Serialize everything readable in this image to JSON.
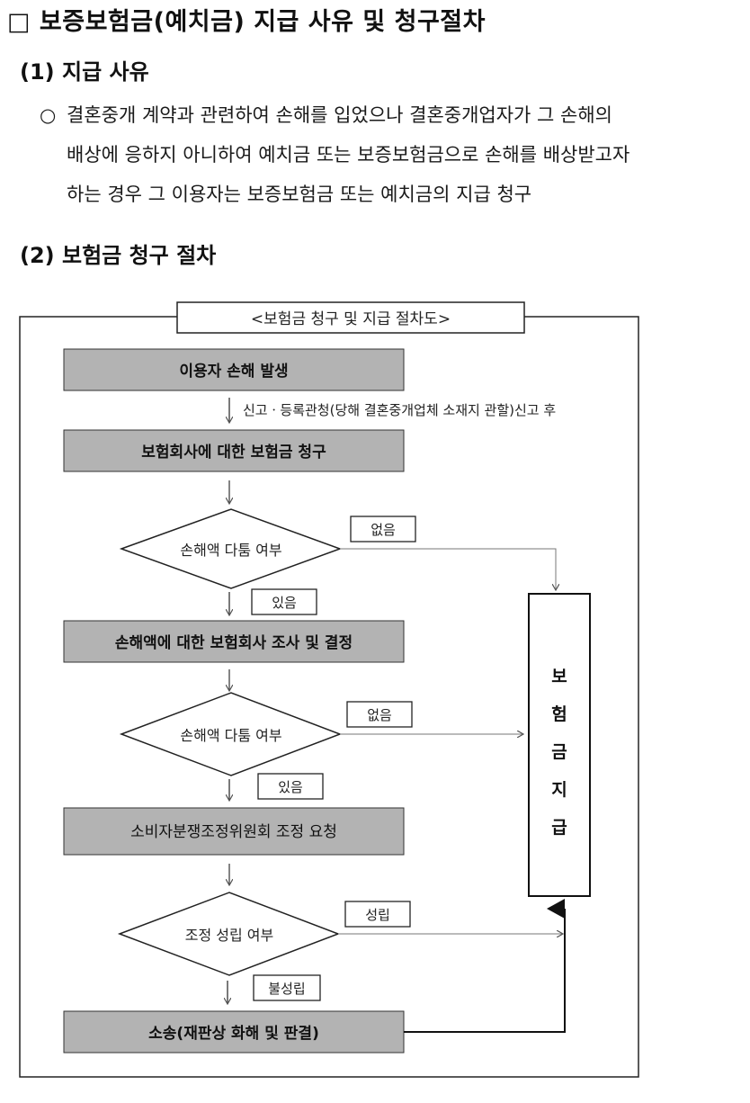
{
  "heading": "□ 보증보험금(예치금) 지급 사유 및 청구절차",
  "section1": {
    "title": "(1) 지급 사유",
    "bullet": "○",
    "lines": [
      "결혼중개 계약과 관련하여 손해를 입었으나 결혼중개업자가 그 손해의",
      "배상에 응하지 아니하여 예치금 또는 보증보험금으로 손해를 배상받고자",
      "하는 경우 그 이용자는 보증보험금 또는 예치금의 지급 청구"
    ]
  },
  "section2": {
    "title": "(2) 보험금 청구 절차"
  },
  "flow": {
    "caption": "<보험금 청구 및 지급 절차도>",
    "step1": "이용자 손해 발생",
    "note1": "신고ㆍ등록관청(당해 결혼중개업체 소재지 관할)신고 후",
    "step2": "보험회사에 대한 보험금 청구",
    "decision1": "손해액 다툼 여부",
    "no1": "없음",
    "yes1": "있음",
    "step3": "손해액에 대한 보험회사 조사 및 결정",
    "decision2": "손해액 다툼 여부",
    "no2": "없음",
    "yes2": "있음",
    "step4": "소비자분쟁조정위원회 조정 요청",
    "decision3": "조정 성립 여부",
    "success": "성립",
    "fail": "불성립",
    "step5": "소송(재판상 화해 및 판결)",
    "payout": [
      "보",
      "험",
      "금",
      "지",
      "급"
    ]
  },
  "colors": {
    "box_fill": "#b3b3b3",
    "line": "#111111",
    "arrow_light": "#777777"
  }
}
